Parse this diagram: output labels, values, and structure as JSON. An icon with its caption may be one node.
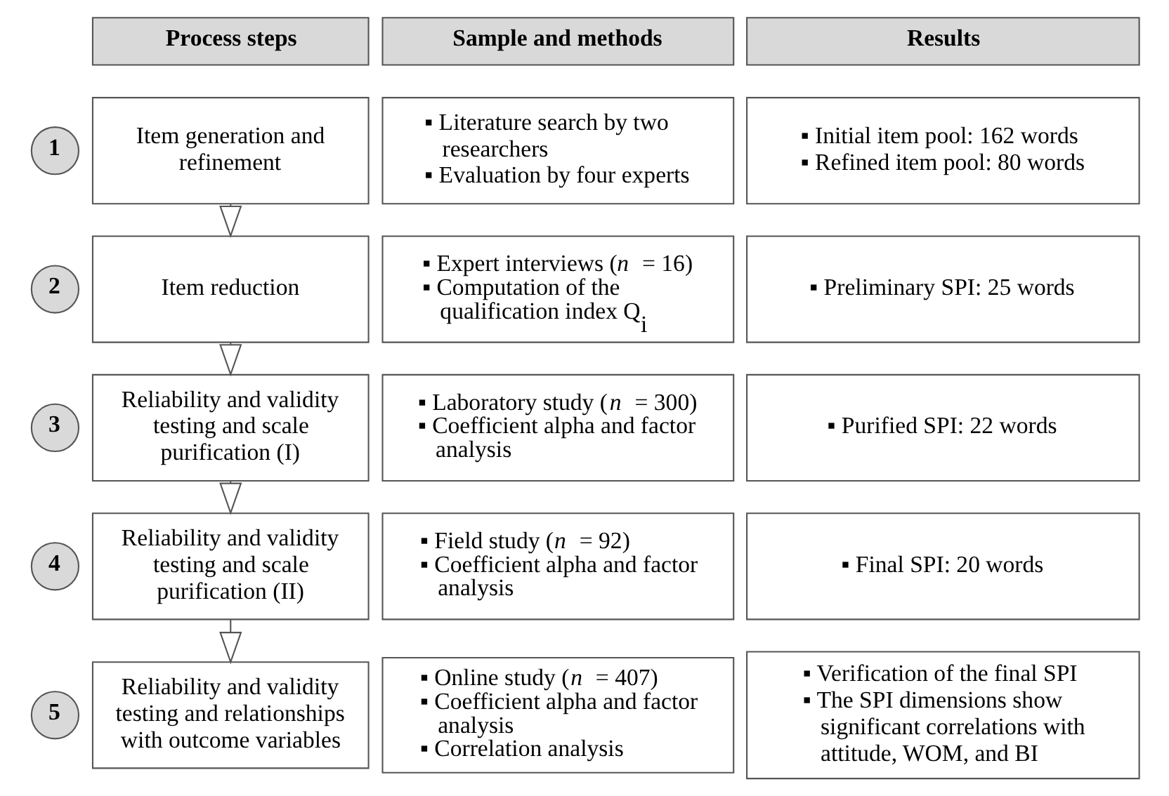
{
  "diagram": {
    "nodes": [
      {
        "text": [
          "Process steps"
        ]
      },
      {
        "text": [
          "Sample and methods"
        ]
      },
      {
        "text": [
          "Results"
        ]
      },
      {
        "text": [
          "1"
        ]
      },
      {
        "text": [
          "Item generation and refinement"
        ]
      },
      {
        "text": [
          "▪ Literature search by two researchers",
          "▪ Evaluation by four experts"
        ]
      },
      {
        "text": [
          "▪ Initial item pool: 162 words",
          "▪ Refined item pool: 80 words"
        ]
      },
      {
        "text": [
          "2"
        ]
      },
      {
        "text": [
          "Item reduction"
        ]
      },
      {
        "text": [
          "▪ Expert interviews (*n* = 16)",
          "▪ Computation of the qualification index Q$_{i}$"
        ]
      },
      {
        "text": [
          "▪ Preliminary SPI: 25 words"
        ]
      },
      {
        "text": [
          "3"
        ]
      },
      {
        "text": [
          "Reliability and validity testing and scale purification (I)"
        ]
      },
      {
        "text": [
          "▪ Laboratory study (*n* = 300)",
          "▪ Coefficient alpha and factor analysis"
        ]
      },
      {
        "text": [
          "▪ Purified SPI: 22 words"
        ]
      },
      {
        "text": [
          "4"
        ]
      },
      {
        "text": [
          "Reliability and validity testing and scale purification (II)"
        ]
      },
      {
        "text": [
          "▪ Field study (*n* = 92)",
          "▪ Coefficient alpha and factor analysis"
        ]
      },
      {
        "text": [
          "▪ Final SPI: 20 words"
        ]
      },
      {
        "text": [
          "5"
        ]
      },
      {
        "text": [
          "Reliability and validity testing and relationships with outcome variables"
        ]
      },
      {
        "text": [
          "▪ Online study (*n* = 407)",
          "▪ Coefficient alpha and factor analysis",
          "▪ Correlation analysis"
        ]
      },
      {
        "text": [
          "▪ Verification of the final SPI",
          "▪ The SPI dimensions show significant correlations with attitude, WOM, and BI"
        ]
      }
    ],
    "edges": [
      {
        "from": 4,
        "to": 8,
        "arrow": "to"
      },
      {
        "from": 8,
        "to": 12,
        "arrow": "to"
      },
      {
        "from": 12,
        "to": 16,
        "arrow": "to"
      },
      {
        "from": 16,
        "to": 20,
        "arrow": "to"
      }
    ]
  }
}
